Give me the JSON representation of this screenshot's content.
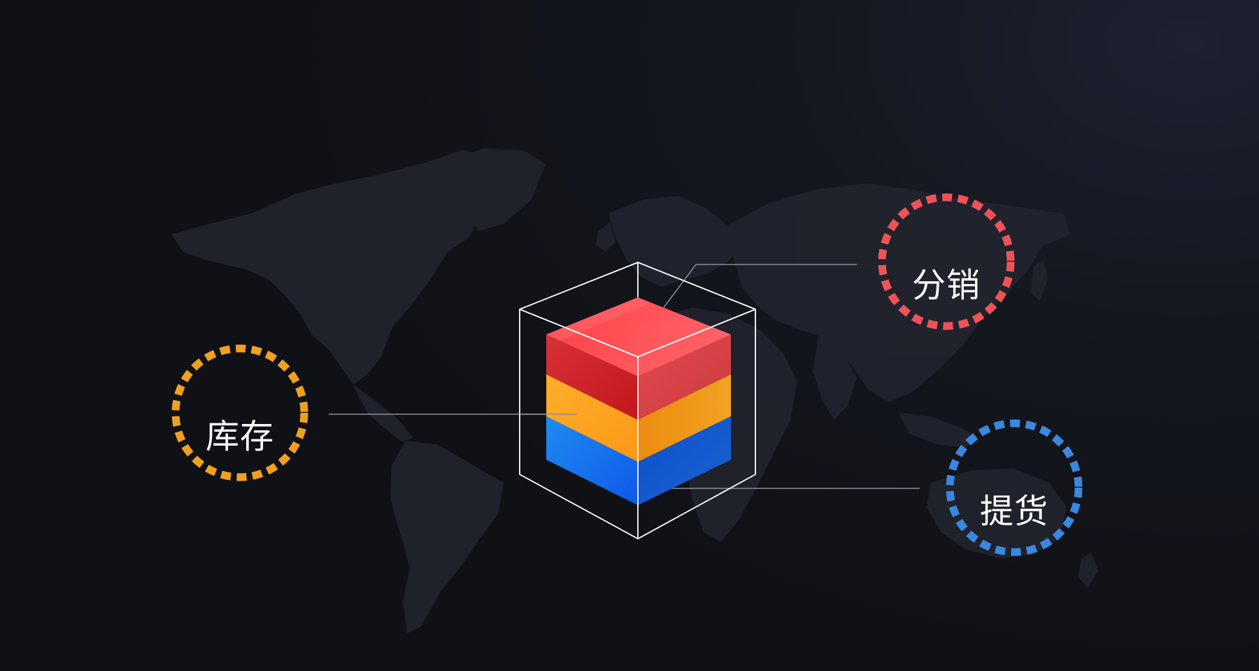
{
  "nodes": {
    "inventory": {
      "label": "库存",
      "color": "#f0a021",
      "icon": "dashed-ring"
    },
    "distribution": {
      "label": "分销",
      "color": "#ef5357",
      "icon": "dashed-ring"
    },
    "pickup": {
      "label": "提货",
      "color": "#3a87e0",
      "icon": "dashed-ring"
    }
  },
  "cube": {
    "layers": [
      {
        "id": "top",
        "color": "#ff4b4f"
      },
      {
        "id": "middle",
        "color": "#ffa21f"
      },
      {
        "id": "bottom",
        "color": "#1a66ef"
      }
    ],
    "frame_color": "#ffffff",
    "connector_color": "#8a8d96"
  },
  "background": {
    "map": "world-map",
    "base_color": "#111318",
    "map_color": "#22252f"
  }
}
